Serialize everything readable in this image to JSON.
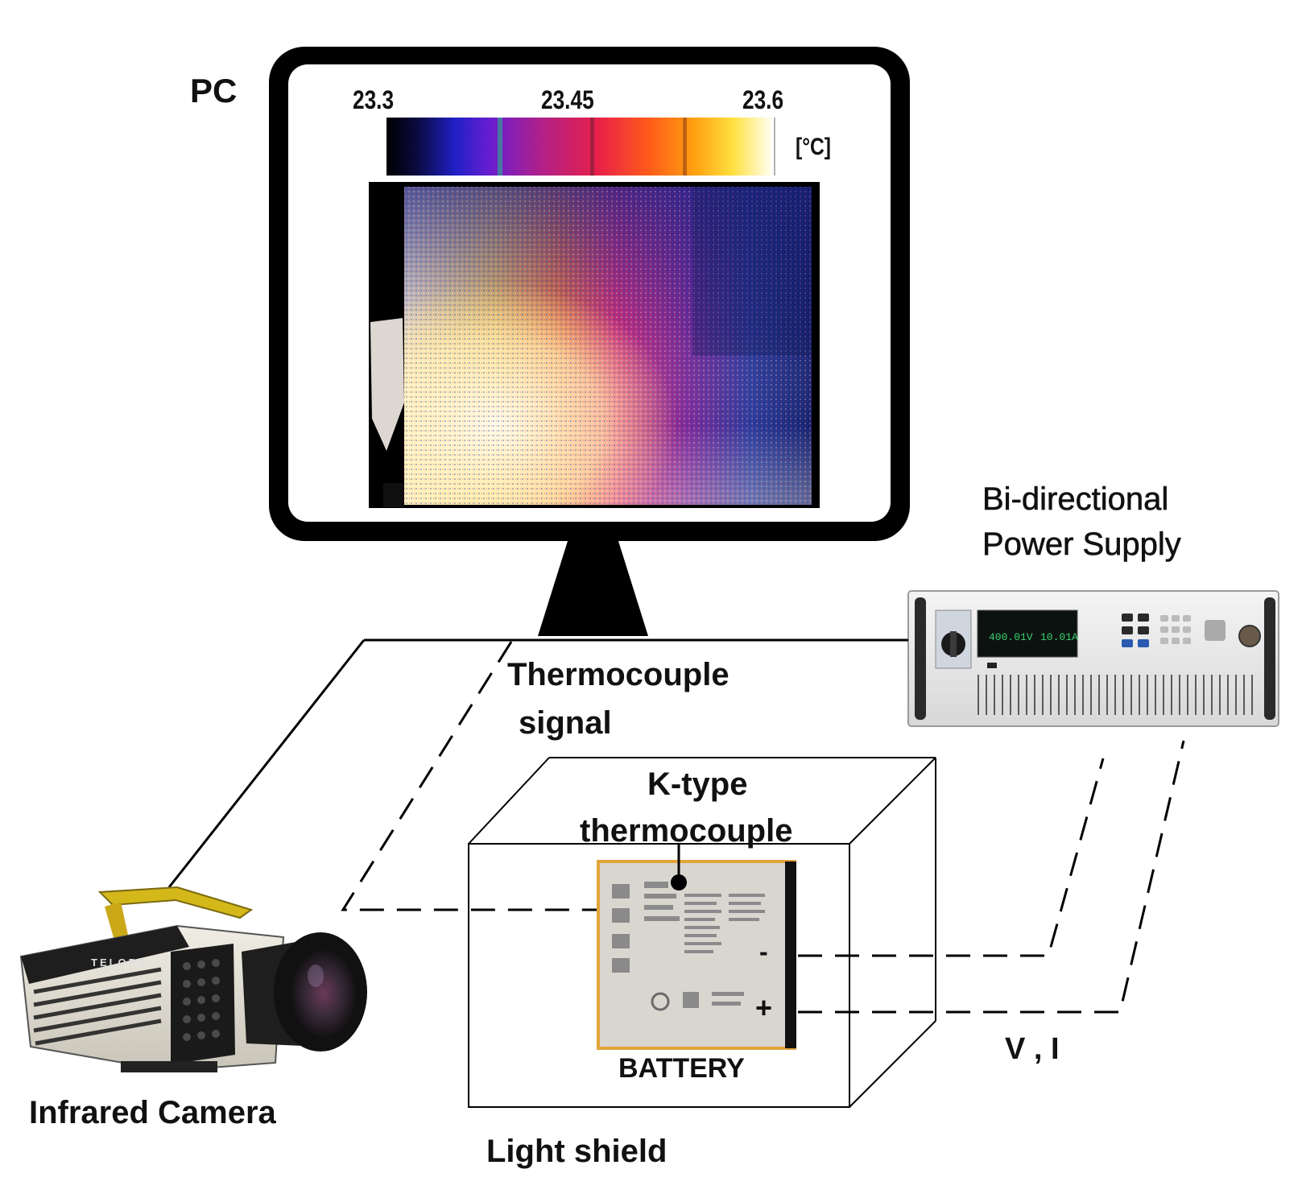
{
  "labels": {
    "pc": "PC",
    "power_supply_line1": "Bi-directional",
    "power_supply_line2": "Power Supply",
    "thermocouple_signal_line1": "Thermocouple",
    "thermocouple_signal_line2": "signal",
    "ktype_line1": "K-type",
    "ktype_line2": "thermocouple",
    "battery": "BATTERY",
    "minus": "-",
    "plus": "+",
    "vi": "V , I",
    "infrared_camera": "Infrared Camera",
    "light_shield": "Light shield"
  },
  "colorbar": {
    "min": "23.3",
    "mid": "23.45",
    "max": "23.6",
    "unit": "[°C]"
  },
  "power_supply_display": {
    "voltage": "400.01V",
    "current": "10.01A"
  },
  "camera_brand": "TELOPS",
  "colors": {
    "camera_handle": "#d4b81a",
    "battery_border": "#e2a43a"
  }
}
